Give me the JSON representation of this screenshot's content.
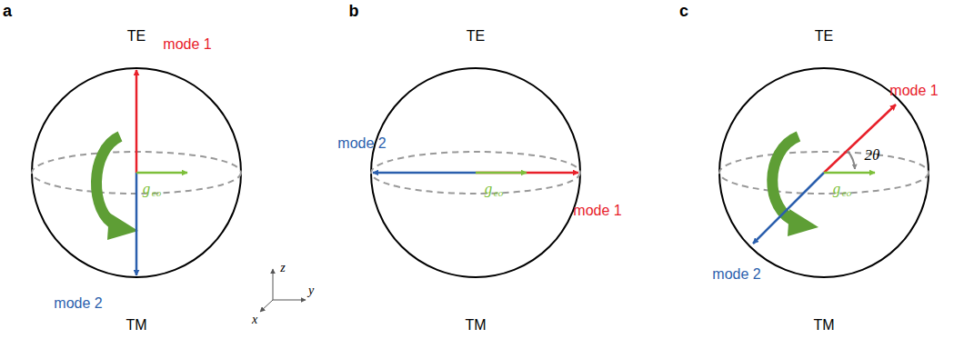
{
  "diagram": {
    "labels": [
      "a",
      "TE",
      "mode 1",
      "mode 2",
      "g",
      "eo",
      "TM",
      "z",
      "y",
      "x",
      "b",
      "TE",
      "mode 2",
      "g",
      "eo",
      "mode 1",
      "TM",
      "c",
      "TE",
      "mode 1",
      "2θ",
      "g",
      "eo",
      "mode 2",
      "TM"
    ]
  }
}
